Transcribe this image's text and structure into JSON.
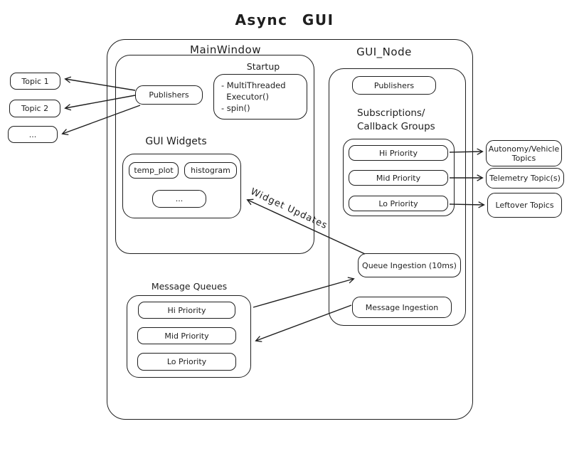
{
  "title": "Async GUI",
  "colors": {
    "stroke": "#1e1e1e",
    "background": "#ffffff"
  },
  "left_topics": [
    "Topic 1",
    "Topic 2",
    "..."
  ],
  "right_topics": [
    "Autonomy/Vehicle\nTopics",
    "Telemetry Topic(s)",
    "Leftover Topics"
  ],
  "main_window": {
    "label": "MainWindow",
    "publishers_label": "Publishers",
    "startup": {
      "label": "Startup",
      "body": "- MultiThreaded\n  Executor()\n- spin()"
    },
    "gui_widgets": {
      "label": "GUI Widgets",
      "items": [
        "temp_plot",
        "histogram",
        "..."
      ]
    }
  },
  "gui_node": {
    "label": "GUI_Node",
    "publishers_label": "Publishers",
    "subscriptions_label": "Subscriptions/\nCallback Groups",
    "callback_groups": [
      "Hi Priority",
      "Mid Priority",
      "Lo Priority"
    ],
    "queue_ingestion_label": "Queue Ingestion (10ms)",
    "message_ingestion_label": "Message Ingestion"
  },
  "message_queues": {
    "label": "Message Queues",
    "items": [
      "Hi Priority",
      "Mid Priority",
      "Lo Priority"
    ]
  },
  "edge_labels": {
    "widget_updates": "Widget Updates"
  }
}
